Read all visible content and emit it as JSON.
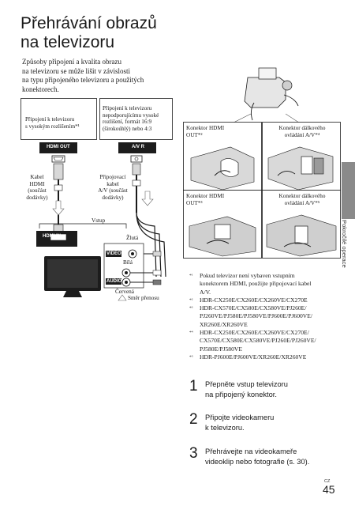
{
  "title": [
    "Přehrávání obrazů",
    "na televizoru"
  ],
  "intro": [
    "Způsoby připojení a kvalita obrazu",
    "na televizoru se může lišit v závislosti",
    "na typu připojeného televizoru a použitých",
    "konektorech."
  ],
  "diagram": {
    "box_hd": [
      "Připojení k televizoru",
      "s vysokým rozlišením*¹"
    ],
    "box_sd": [
      "Připojení k televizoru",
      "nepodporujícímu vysoké",
      "rozlišení, formát 16:9",
      "(širokoúhlý) nebo 4:3"
    ],
    "hdmi_out": "HDMI OUT",
    "av_r": "A/V R",
    "cable_hdmi": [
      "Kabel",
      "HDMI",
      "(součást",
      "dodávky)"
    ],
    "cable_av": [
      "Připojovací",
      "kabel",
      "A/V (součást",
      "dodávky)"
    ],
    "vstup": "Vstup",
    "hdmi_in": "HDMI IN",
    "video": "VIDEO",
    "audio": "AUDIO",
    "zluta": "Žlutá",
    "bila": "Bílá",
    "cervena": "Červená",
    "smer": "Směr přenosu"
  },
  "camera": {
    "hdmi_top": [
      "Konektor HDMI",
      "OUT*²"
    ],
    "remote_top": [
      "Konektor dálkového",
      "ovládání A/V*⁴"
    ],
    "hdmi_bottom": [
      "Konektor HDMI",
      "OUT*³"
    ],
    "remote_bottom": [
      "Konektor dálkového",
      "ovládání A/V*⁵"
    ]
  },
  "side_tab": "Pokročilé operace",
  "notes": [
    {
      "mark": "*¹",
      "lines": [
        "Pokud televizor není vybaven vstupním",
        "konektorem HDMI, použijte připojovací kabel",
        "A/V."
      ]
    },
    {
      "mark": "*²",
      "lines": [
        "HDR-CX250E/CX260E/CX260VE/CX270E"
      ]
    },
    {
      "mark": "*³",
      "lines": [
        "HDR-CX570E/CX580E/CX580VE/PJ260E/",
        "PJ260VE/PJ580E/PJ580VE/PJ600E/PJ600VE/",
        "XR260E/XR260VE"
      ]
    },
    {
      "mark": "*⁴",
      "lines": [
        "HDR-CX250E/CX260E/CX260VE/CX270E/",
        "CX570E/CX580E/CX580VE/PJ260E/PJ260VE/",
        "PJ580E/PJ580VE"
      ]
    },
    {
      "mark": "*⁵",
      "lines": [
        "HDR-PJ600E/PJ600VE/XR260E/XR260VE"
      ]
    }
  ],
  "steps": [
    {
      "num": "1",
      "lines": [
        "Přepněte vstup televizoru",
        "na připojený konektor."
      ]
    },
    {
      "num": "2",
      "lines": [
        "Připojte videokameru",
        "k televizoru."
      ]
    },
    {
      "num": "3",
      "lines": [
        "Přehrávejte na videokameře",
        "videoklip nebo fotografie (s. 30)."
      ]
    }
  ],
  "page": {
    "code": "CZ",
    "number": "45"
  }
}
